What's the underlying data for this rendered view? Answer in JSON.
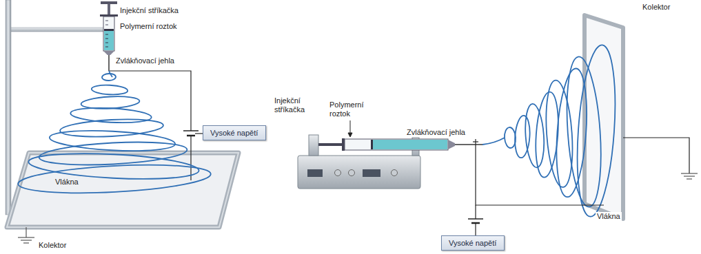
{
  "diagram": {
    "nodes": [
      {
        "text": [
          "Vysoké napětí"
        ]
      },
      {
        "text": [
          "Vysoké napětí"
        ]
      }
    ],
    "labels": [
      "Injekční stříkačka",
      "Polymerní roztok",
      "Zvlákňovací jehla",
      "Vlákna",
      "Kolektor",
      "Injekční stříkačka",
      "Polymerní roztok",
      "Zvlákňovací jehla",
      "Kolektor",
      "Vlákna"
    ]
  }
}
